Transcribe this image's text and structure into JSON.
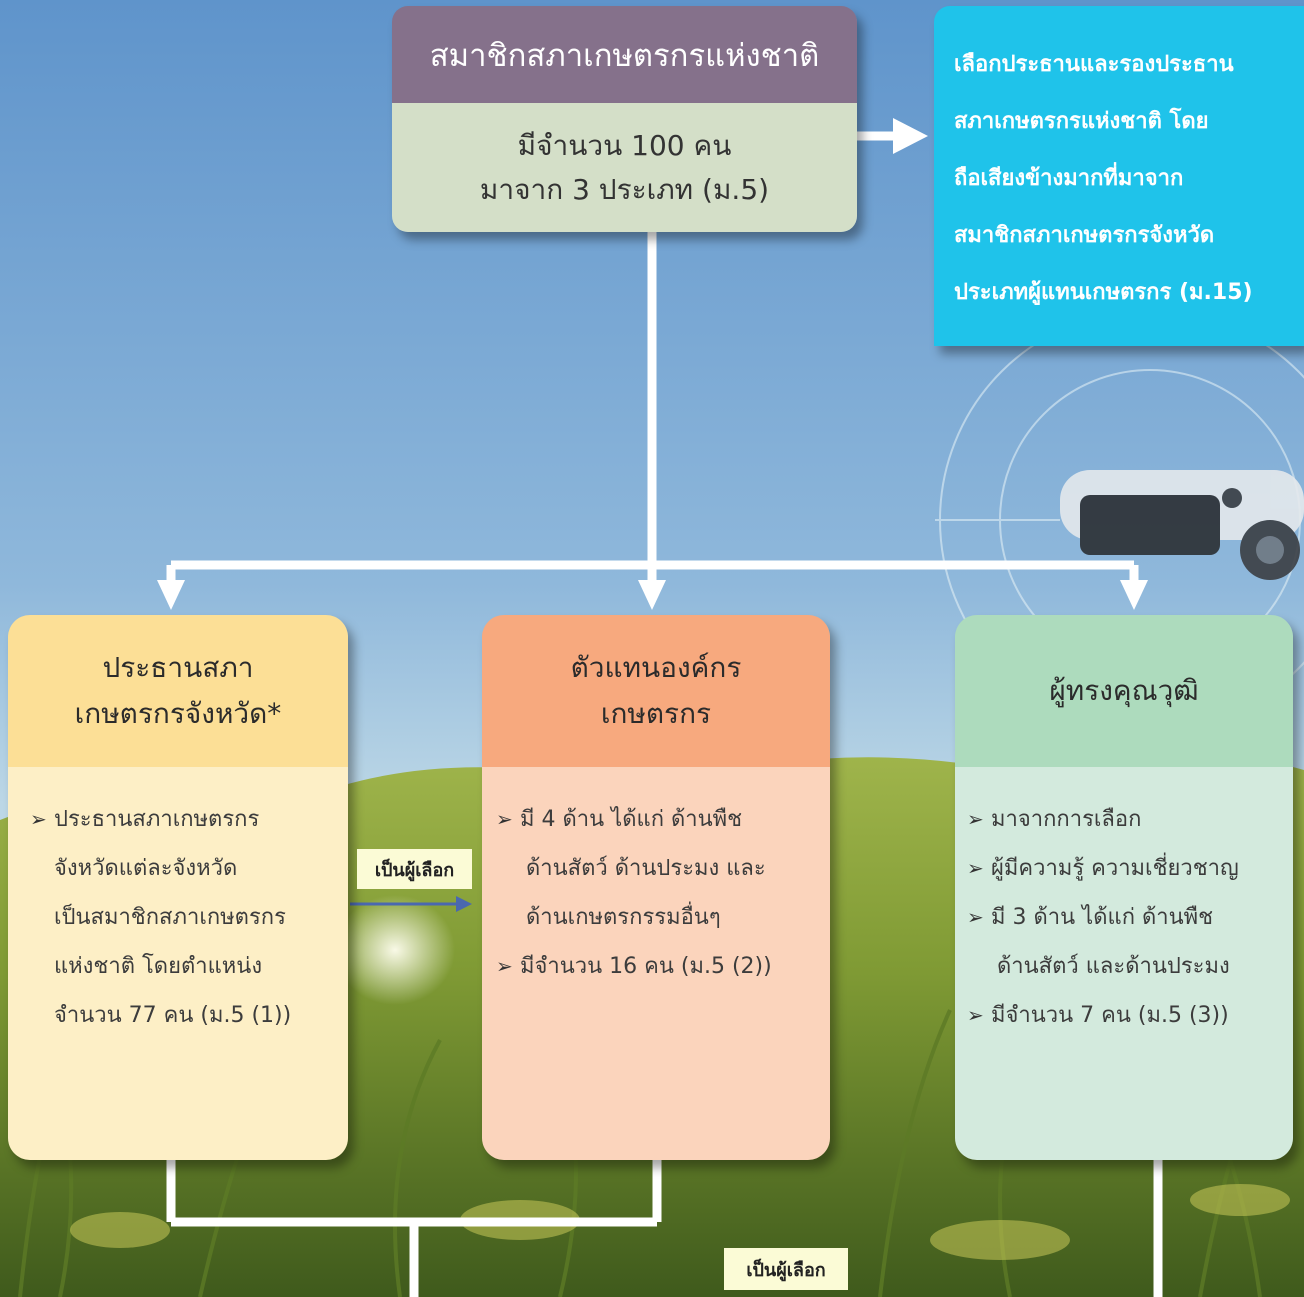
{
  "colors": {
    "sky_top": "#5f94cb",
    "sky_bottom": "#b6d4e4",
    "field_green": "#7f9a34",
    "national_header": "#85718b",
    "national_body": "#d4dfc8",
    "cyan_box": "#1fc3ea",
    "provincial_header": "#fcdf96",
    "provincial_body": "#fdefc6",
    "organization_header": "#f7a97e",
    "organization_body": "#fbd4bc",
    "expert_header": "#addbbd",
    "expert_body": "#d3eadd",
    "arrow_white": "#ffffff",
    "arrow_blue": "#4a68b0"
  },
  "national": {
    "title": "สมาชิกสภาเกษตรกรแห่งชาติ",
    "line1": "มีจำนวน 100 คน",
    "line2": "มาจาก 3 ประเภท (ม.5)"
  },
  "election": {
    "lines": [
      "เลือกประธานและรองประธาน",
      "สภาเกษตรกรแห่งชาติ โดย",
      "ถือเสียงข้างมากที่มาจาก",
      "สมาชิกสภาเกษตรกรจังหวัด",
      "ประเภทผู้แทนเกษตรกร (ม.15)"
    ]
  },
  "provincial": {
    "title1": "ประธานสภา",
    "title2": "เกษตรกรจังหวัด*",
    "lines": [
      "ประธานสภาเกษตรกร",
      "จังหวัดแต่ละจังหวัด",
      "เป็นสมาชิกสภาเกษตรกร",
      "แห่งชาติ โดยตำแหน่ง",
      "จำนวน 77 คน (ม.5 (1))"
    ]
  },
  "organization": {
    "title1": "ตัวแทนองค์กร",
    "title2": "เกษตรกร",
    "lines": [
      "มี 4 ด้าน ได้แก่ ด้านพืช",
      "ด้านสัตว์ ด้านประมง และ",
      "ด้านเกษตรกรรมอื่นๆ",
      "มีจำนวน 16 คน (ม.5 (2))"
    ]
  },
  "expert": {
    "title": "ผู้ทรงคุณวุฒิ",
    "lines": [
      "มาจากการเลือก",
      "ผู้มีความรู้ ความเชี่ยวชาญ",
      "มี 3 ด้าน ได้แก่ ด้านพืช",
      "ด้านสัตว์ และด้านประมง",
      "มีจำนวน 7 คน (ม.5 (3))"
    ]
  },
  "tags": {
    "selector_1": "เป็นผู้เลือก",
    "selector_2": "เป็นผู้เลือก"
  },
  "bullet_glyph": "➢"
}
